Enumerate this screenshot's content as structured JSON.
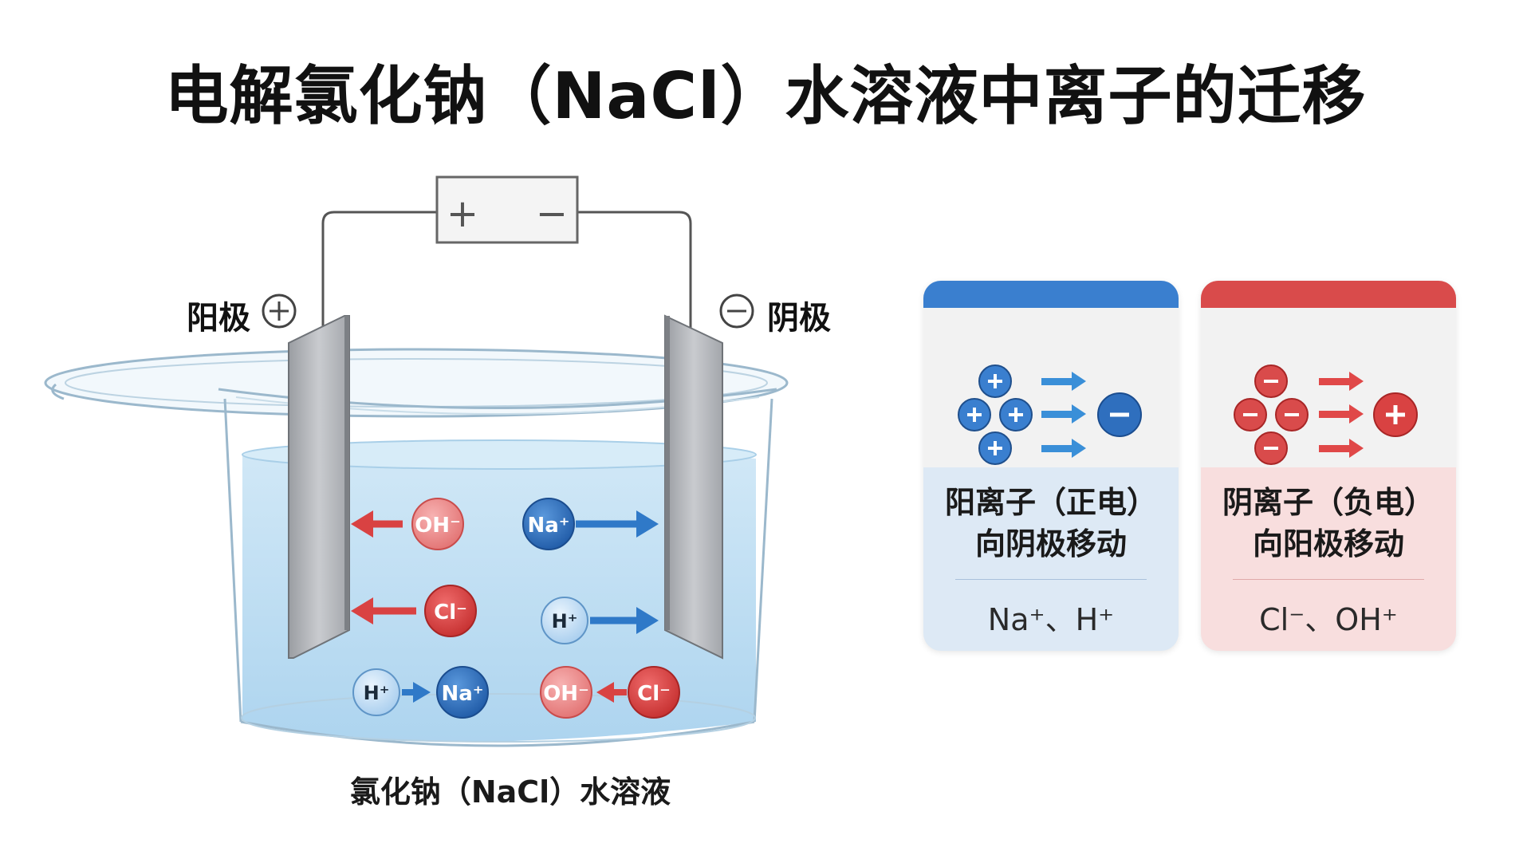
{
  "title": "电解氯化钠（NaCl）水溶液中离子的迁移",
  "battery": {
    "positive_symbol": "+",
    "negative_symbol": "−"
  },
  "anode": {
    "label": "阳极",
    "sign": "+"
  },
  "cathode": {
    "label": "阴极",
    "sign": "−"
  },
  "solution_caption": "氯化钠（NaCl）水溶液",
  "ions": {
    "oh_left": "OH⁻",
    "cl_left": "Cl⁻",
    "na_top": "Na⁺",
    "h_mid": "H⁺",
    "h_bottom": "H⁺",
    "na_bottom": "Na⁺",
    "oh_bottom": "OH⁻",
    "cl_bottom": "Cl⁻"
  },
  "colors": {
    "cation_blue": "#2f6fbe",
    "anion_red": "#d94242",
    "cation_card_bg": "#dde9f5",
    "anion_card_bg": "#f8dede",
    "solution": "#bfe0f3"
  },
  "cards": {
    "cation": {
      "icon_sign": "+",
      "target_sign": "−",
      "heading_line1": "阳离子（正电）",
      "heading_line2": "向阴极移动",
      "ions": "Na⁺、H⁺"
    },
    "anion": {
      "icon_sign": "−",
      "target_sign": "+",
      "heading_line1": "阴离子（负电）",
      "heading_line2": "向阳极移动",
      "ions": "Cl⁻、OH⁺"
    }
  }
}
